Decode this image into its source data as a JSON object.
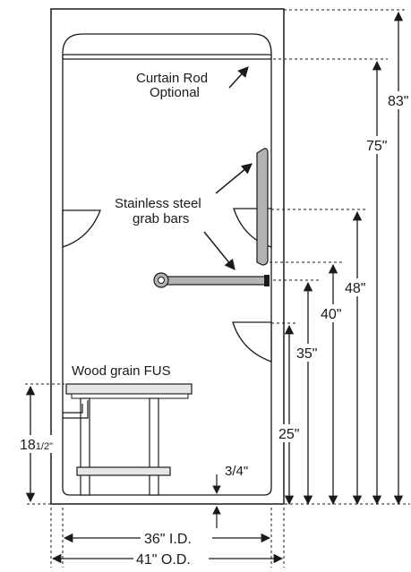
{
  "labels": {
    "curtain_rod_line1": "Curtain Rod",
    "curtain_rod_line2": "Optional",
    "grab_bars_line1": "Stainless steel",
    "grab_bars_line2": "grab bars",
    "seat": "Wood grain FUS",
    "seat_height_main": "18",
    "seat_height_frac": "1/2\"",
    "threshold": "3/4\"",
    "inner_width": "36\" I.D.",
    "outer_width": "41\" O.D."
  },
  "heights": {
    "overall": "83\"",
    "rod": "75\"",
    "grab_upper": "48\"",
    "grab_lower": "40\"",
    "grab_horizontal": "35\"",
    "fixture": "25\""
  },
  "colors": {
    "line": "#1a1a1a",
    "bar_fill": "#b3b3b3",
    "seat_fill": "#e6e6e6"
  }
}
